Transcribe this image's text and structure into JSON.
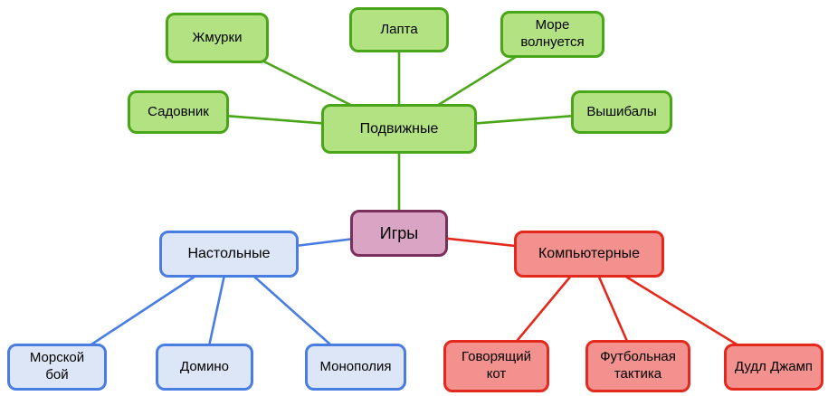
{
  "colors": {
    "green-fill": "#b3e283",
    "green-stroke": "#4aa619",
    "blue-fill": "#dde6f6",
    "blue-stroke": "#4a7de2",
    "red-fill": "#f2918d",
    "red-stroke": "#e3291d",
    "pink-fill": "#daa4c4",
    "pink-stroke": "#7a2f5c"
  },
  "mindmap": {
    "root": {
      "id": "igry",
      "label": "Игры"
    },
    "branches": [
      {
        "id": "podvizhnye",
        "label": "Подвижные",
        "children": [
          {
            "id": "zhmurki",
            "label": "Жмурки"
          },
          {
            "id": "lapta",
            "label": "Лапта"
          },
          {
            "id": "more-volnuetsya",
            "label": "Море волнуется"
          },
          {
            "id": "sadovnik",
            "label": "Садовник"
          },
          {
            "id": "vyshibaly",
            "label": "Вышибалы"
          }
        ]
      },
      {
        "id": "nastolnye",
        "label": "Настольные",
        "children": [
          {
            "id": "morskoy-boy",
            "label": "Морской бой"
          },
          {
            "id": "domino",
            "label": "Домино"
          },
          {
            "id": "monopoliya",
            "label": "Монополия"
          }
        ]
      },
      {
        "id": "kompyuternye",
        "label": "Компьютерные",
        "children": [
          {
            "id": "govoryashchiy-kot",
            "label": "Говорящий кот"
          },
          {
            "id": "futbolnaya-taktika",
            "label": "Футбольная тактика"
          },
          {
            "id": "dudl-dzhamp",
            "label": "Дудл Джамп"
          }
        ]
      }
    ]
  }
}
